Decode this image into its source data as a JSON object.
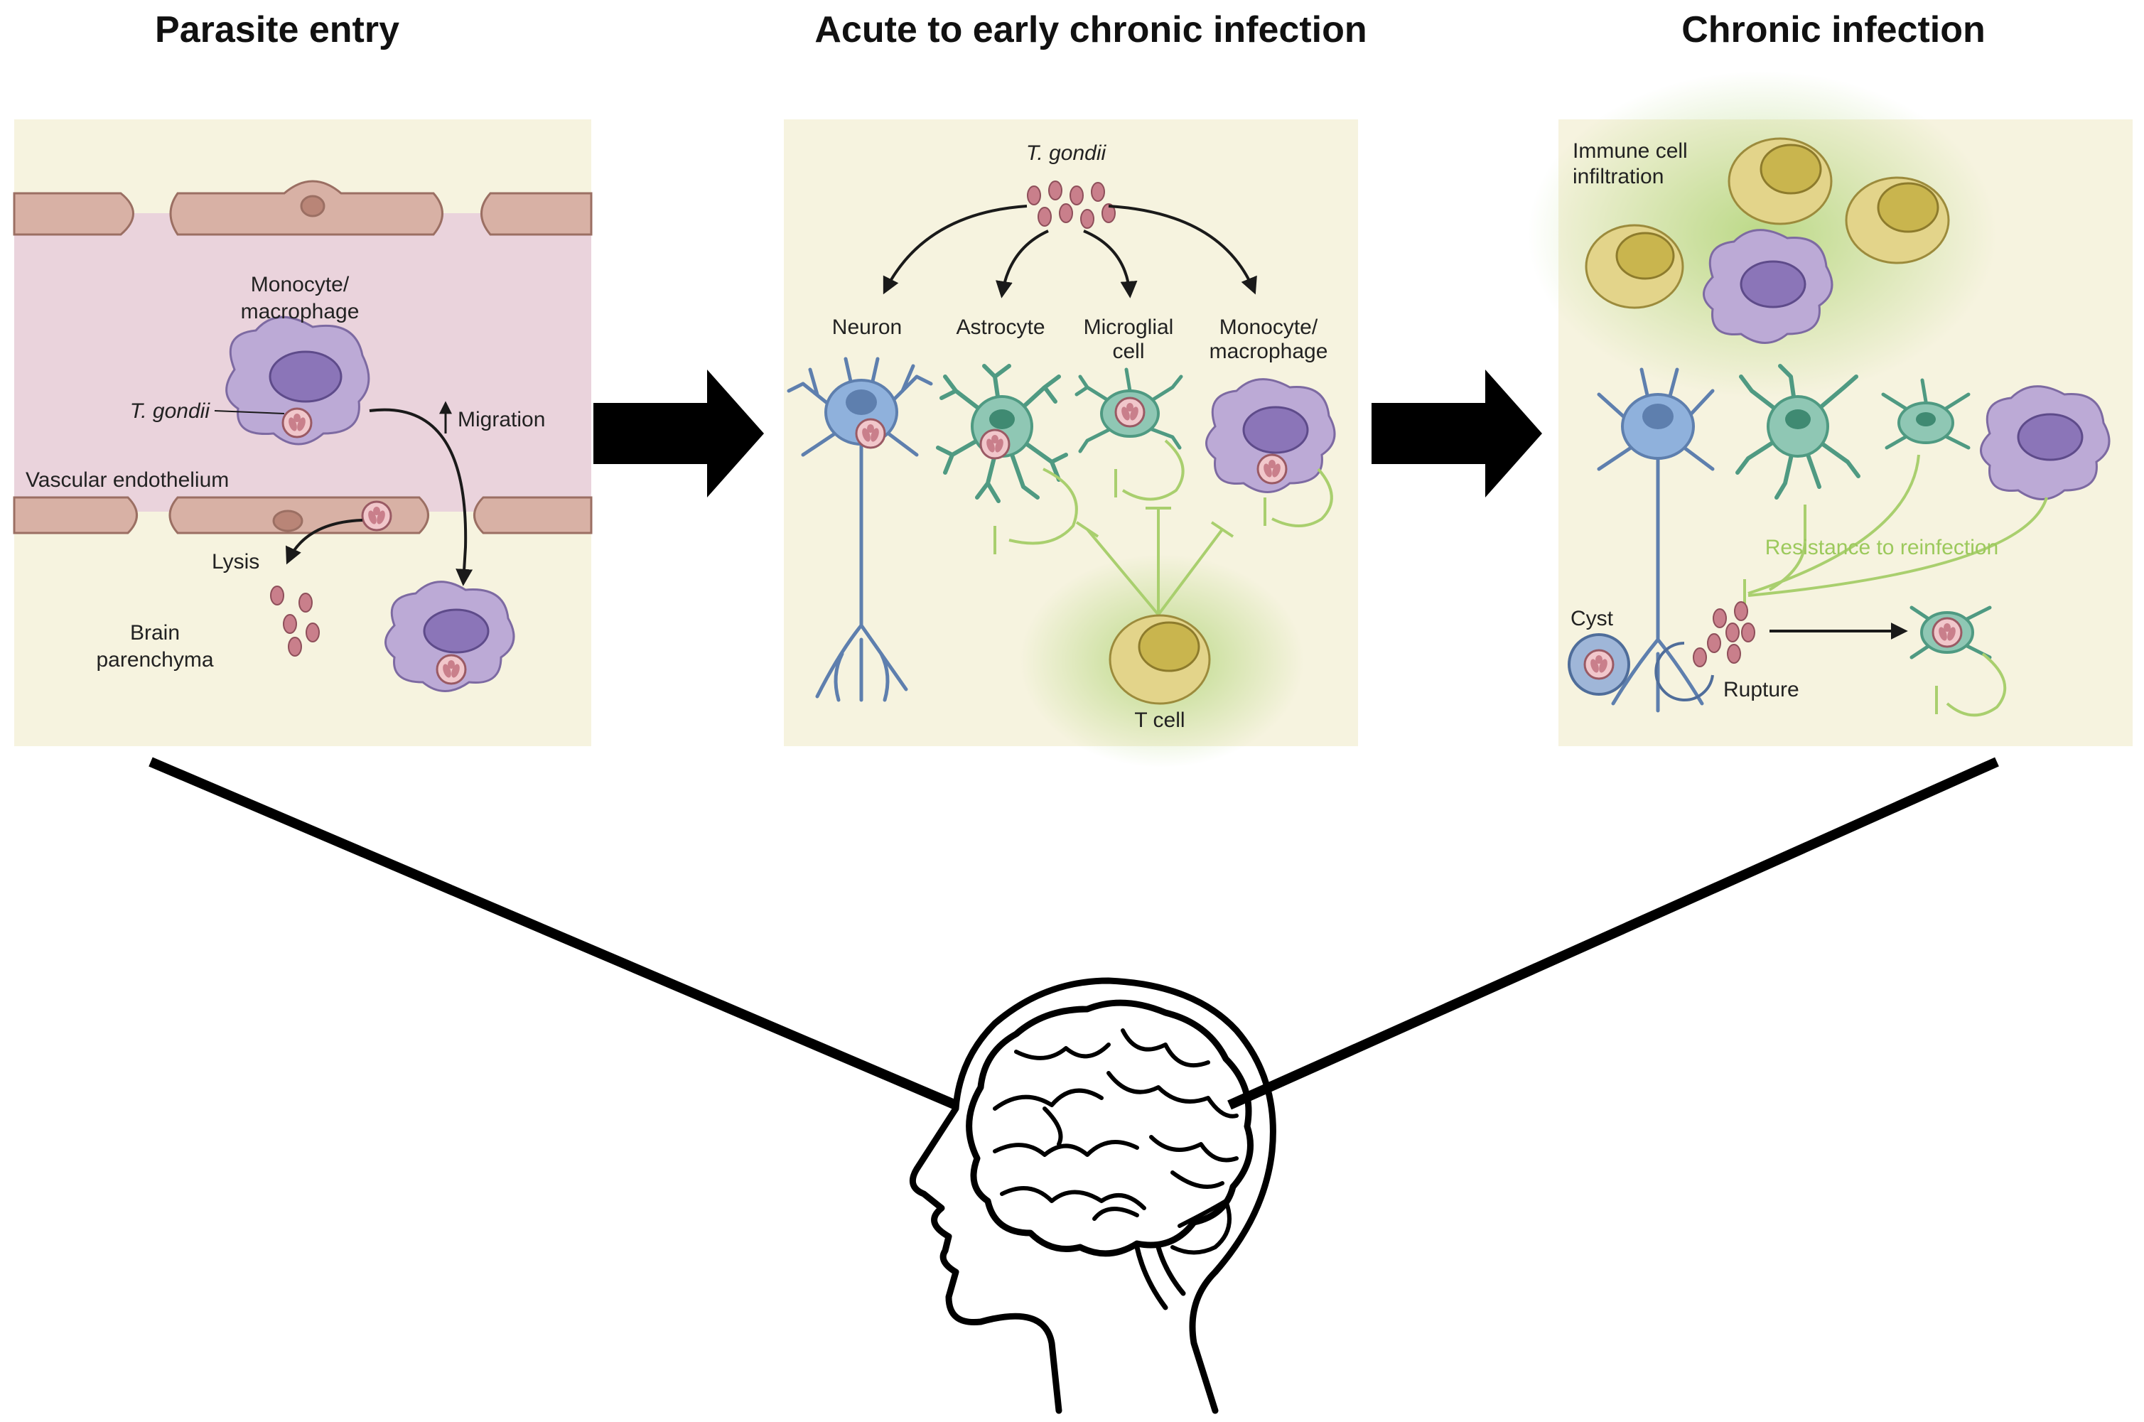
{
  "headings": {
    "parasite_entry": "Parasite entry",
    "acute": "Acute to early chronic infection",
    "chronic": "Chronic infection"
  },
  "panel1": {
    "monocyte_line1": "Monocyte/",
    "monocyte_line2": "macrophage",
    "t_gondii": "T. gondii",
    "migration": "Migration",
    "vascular": "Vascular endothelium",
    "lysis": "Lysis",
    "brain_line1": "Brain",
    "brain_line2": "parenchyma"
  },
  "panel2": {
    "t_gondii": "T. gondii",
    "neuron": "Neuron",
    "astrocyte": "Astrocyte",
    "microglial_line1": "Microglial",
    "microglial_line2": "cell",
    "monocyte_line1": "Monocyte/",
    "monocyte_line2": "macrophage",
    "t_cell": "T cell"
  },
  "panel3": {
    "immune_line1": "Immune cell",
    "immune_line2": "infiltration",
    "resistance": "Resistance to reinfection",
    "cyst": "Cyst",
    "rupture": "Rupture"
  },
  "colors": {
    "panel_bg": "#f6f3df",
    "vessel": "#ead3dc",
    "endothelium": "#d8b1a5",
    "monocyte": "#bcaad6",
    "neuron": "#8fb1dc",
    "astrocyte": "#8fc7b4",
    "t_cell": "#e3d48a",
    "parasite": "#c97f8b",
    "inhibition": "#a9cf6e"
  }
}
